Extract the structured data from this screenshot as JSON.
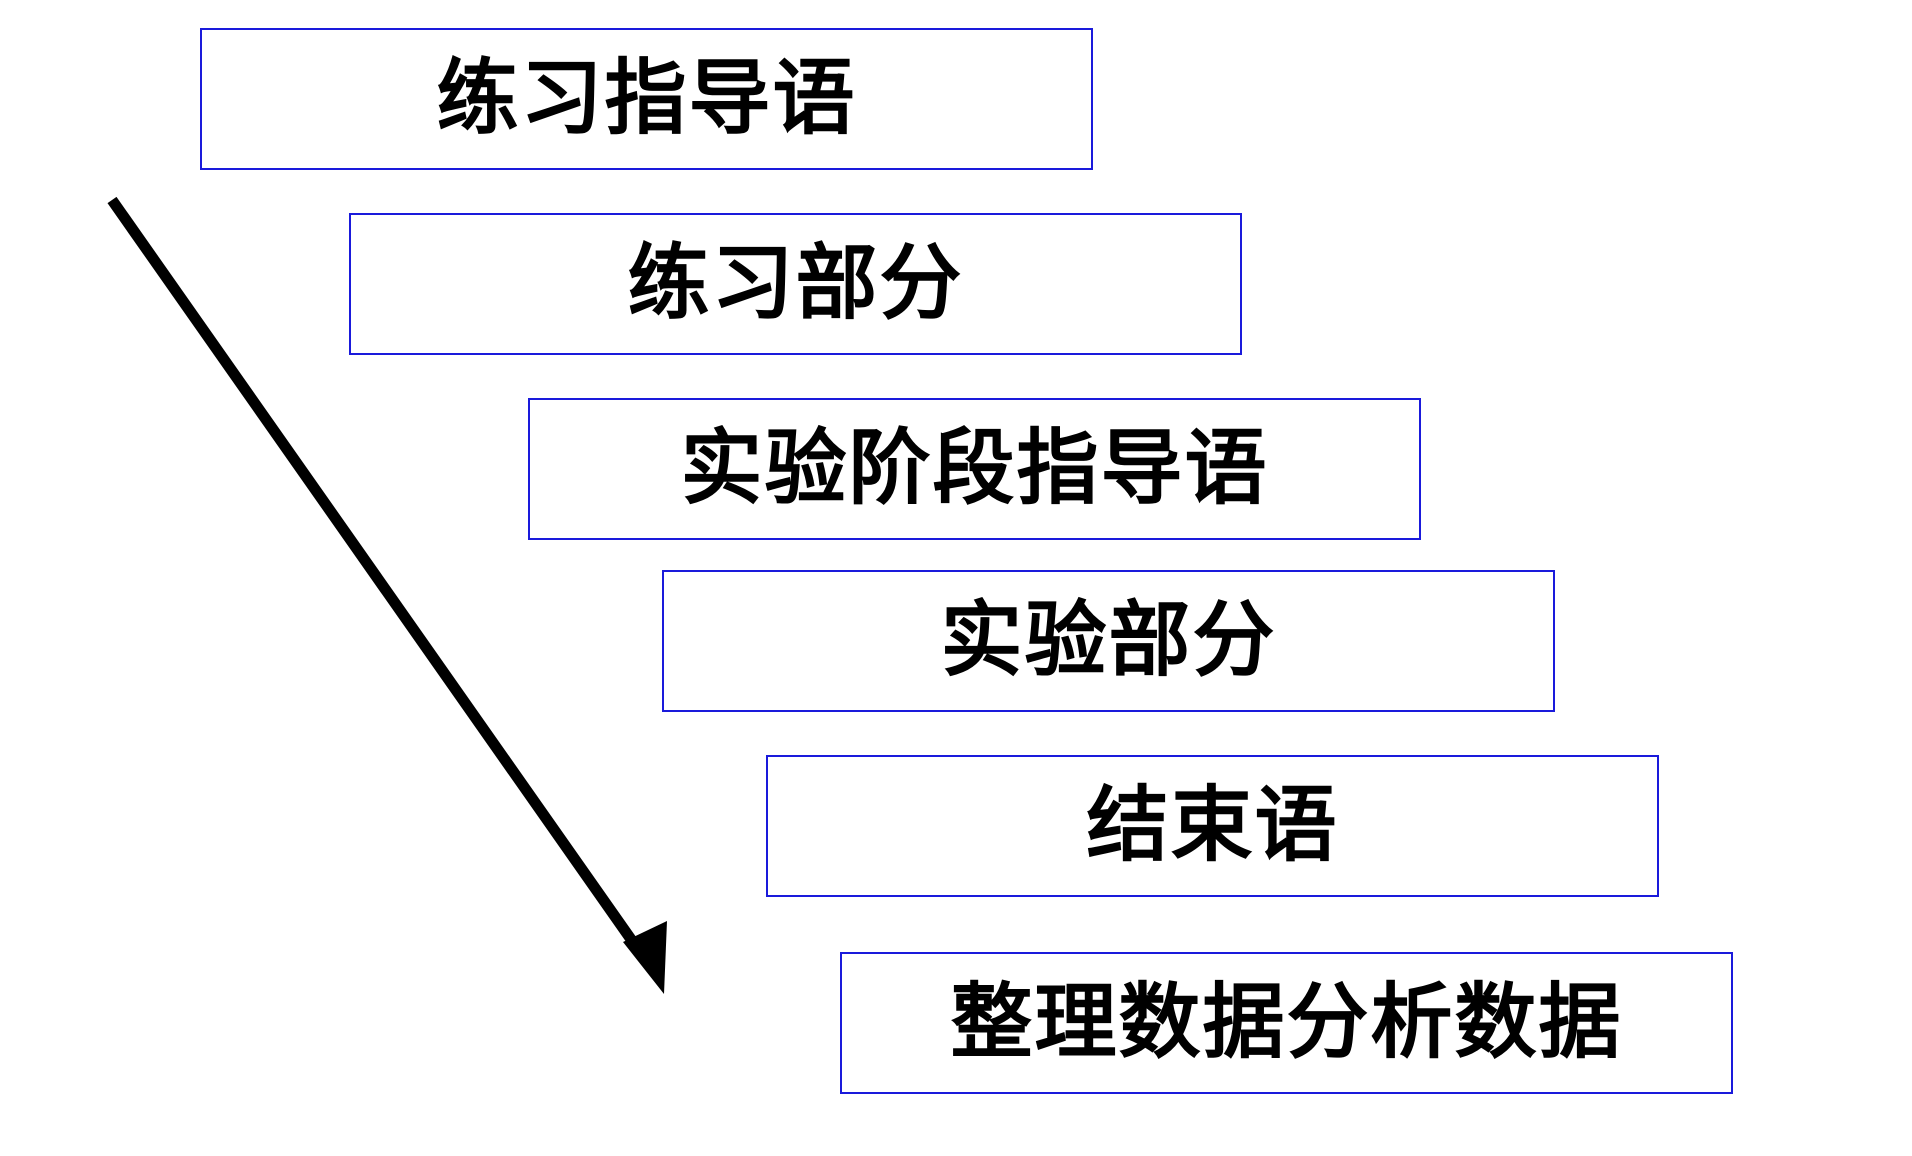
{
  "diagram": {
    "steps": [
      {
        "label": "练习指导语"
      },
      {
        "label": "练习部分"
      },
      {
        "label": "实验阶段指导语"
      },
      {
        "label": "实验部分"
      },
      {
        "label": "结束语"
      },
      {
        "label": "整理数据分析数据"
      }
    ],
    "colors": {
      "box_border": "#1a1adb",
      "text": "#000000",
      "arrow": "#000000",
      "background": "#ffffff"
    }
  }
}
